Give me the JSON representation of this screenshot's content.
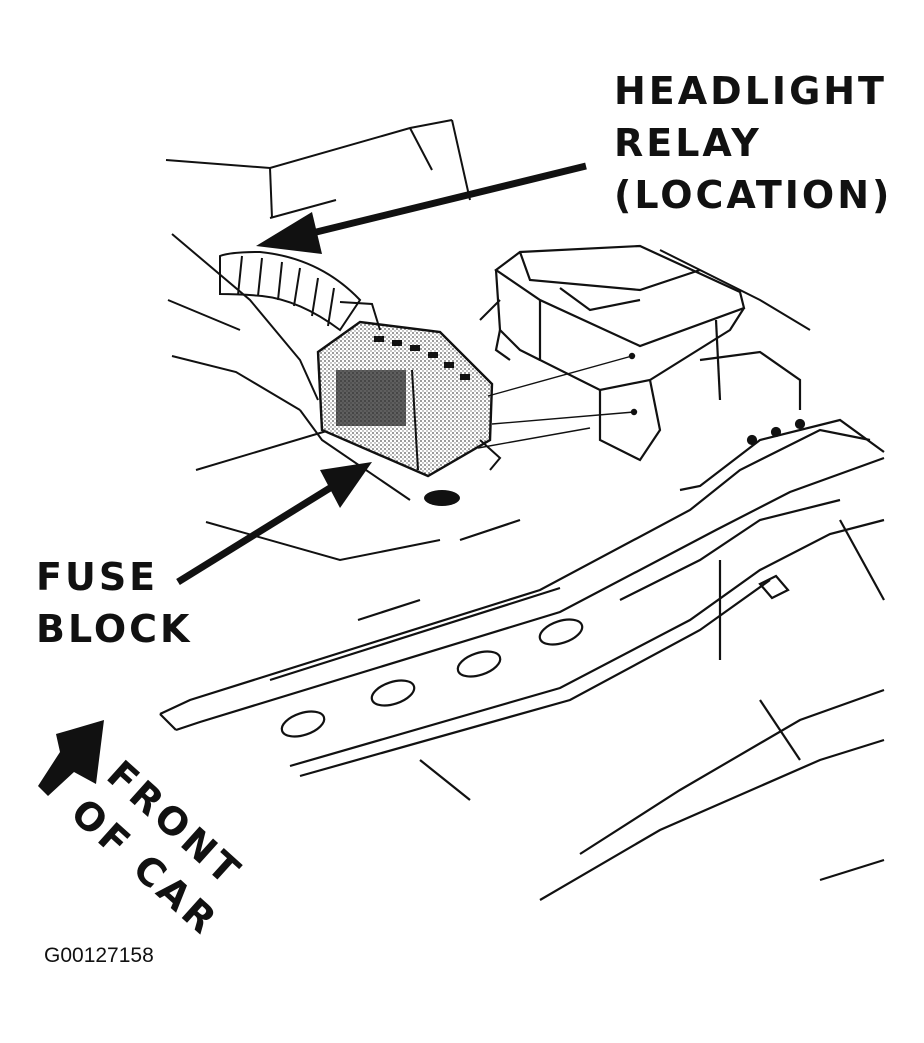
{
  "labels": {
    "headlight_relay": [
      "HEADLIGHT",
      "RELAY",
      "(LOCATION)"
    ],
    "fuse_block": [
      "FUSE",
      "BLOCK"
    ],
    "front_of_car": [
      "FRONT",
      "OF CAR"
    ]
  },
  "figure_id": "G00127158",
  "colors": {
    "ink": "#111111",
    "paper": "#ffffff",
    "stipple": "#c8c8c8"
  },
  "icons": {
    "direction_arrow": "front-of-car-arrow-icon"
  }
}
